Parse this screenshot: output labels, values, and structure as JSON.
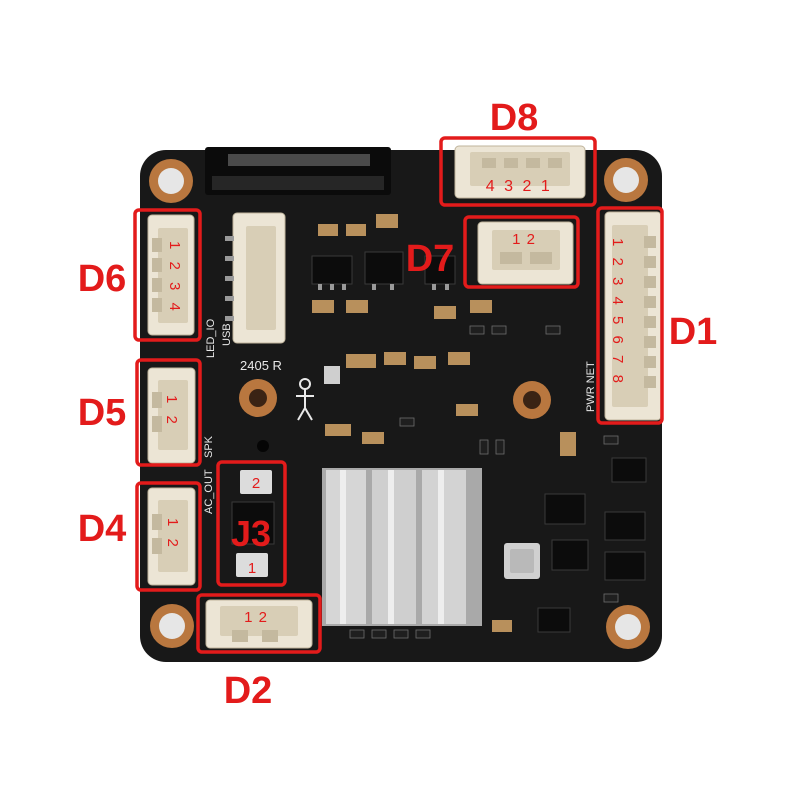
{
  "labels": {
    "d8": "D8",
    "d7": "D7",
    "d6": "D6",
    "d1": "D1",
    "d5": "D5",
    "d4": "D4",
    "j3": "J3",
    "d2": "D2"
  },
  "pins": {
    "d8": "4 3 2 1",
    "d7": "1 2",
    "d6": "1 2 3 4",
    "d1": "1 2 3 4 5 6 7 8",
    "d5": "1 2",
    "d4": "1 2",
    "j3_top": "2",
    "j3_bottom": "1",
    "d2": "1 2"
  },
  "silkscreen": {
    "led_io": "LED_IO",
    "usb": "USB",
    "code": "2405 R",
    "pwr_net": "PWR NET",
    "spk": "SPK",
    "ac_out": "AC_OUT"
  },
  "colors": {
    "annotation": "#e31b1b",
    "board": "#181818",
    "connector": "#ece5d5",
    "copper": "#b9773f",
    "heatsink": "#c9c9c9"
  }
}
